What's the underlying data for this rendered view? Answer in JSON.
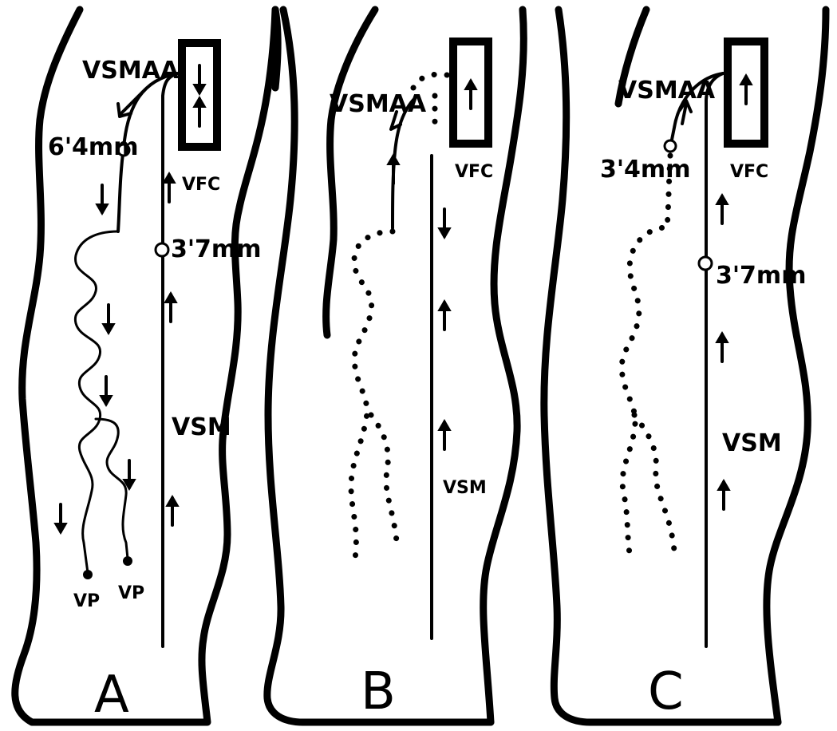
{
  "panels": [
    {
      "letter": "A",
      "labels": {
        "vsmaa": "VSMAA",
        "diameter_upper": "6'4mm",
        "vfc": "VFC",
        "diameter_lower": "3'7mm",
        "vsm": "VSM",
        "vp_left": "VP",
        "vp_right": "VP"
      }
    },
    {
      "letter": "B",
      "labels": {
        "vsmaa": "VSMAA",
        "vfc": "VFC",
        "vsm": "VSM"
      }
    },
    {
      "letter": "C",
      "labels": {
        "vsmaa": "VSMAA",
        "diameter_upper": "3'4mm",
        "vfc": "VFC",
        "diameter_lower": "3'7mm",
        "vsm": "VSM"
      }
    }
  ]
}
